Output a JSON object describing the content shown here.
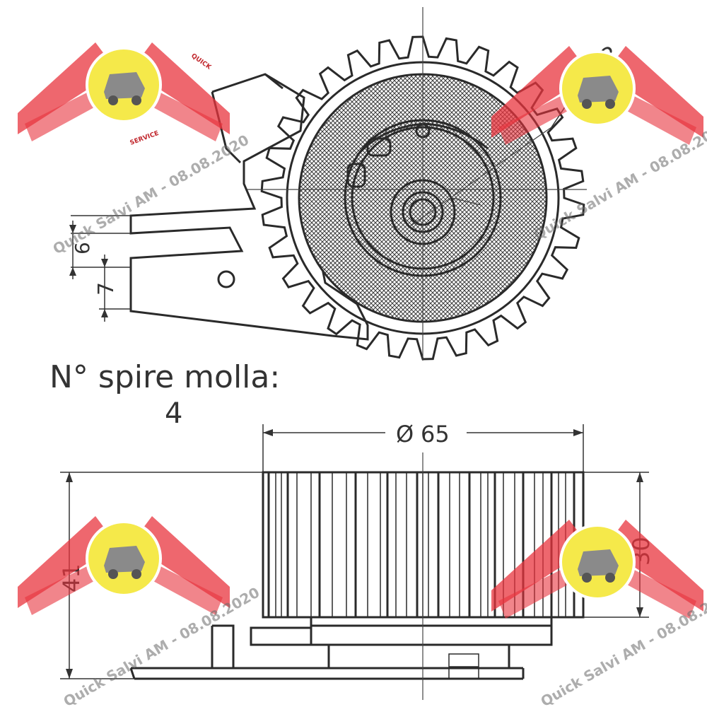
{
  "spring_label": "N° spire molla:",
  "spring_value": "4",
  "dimensions": {
    "dia_small": "8",
    "slot_width": "6",
    "slot_gap": "7",
    "diameter": "65",
    "diameter_symbol": "Ø",
    "height_total": "41",
    "height_pulley": "30"
  },
  "watermark": {
    "text": "Quick Salvi AM - 08.08.2020",
    "logo_words": [
      "QUICK",
      "SERVICE"
    ]
  },
  "colors": {
    "wing_red": "#e8343d",
    "disc_yellow": "#f5e94a",
    "line": "#2a2a2a"
  }
}
